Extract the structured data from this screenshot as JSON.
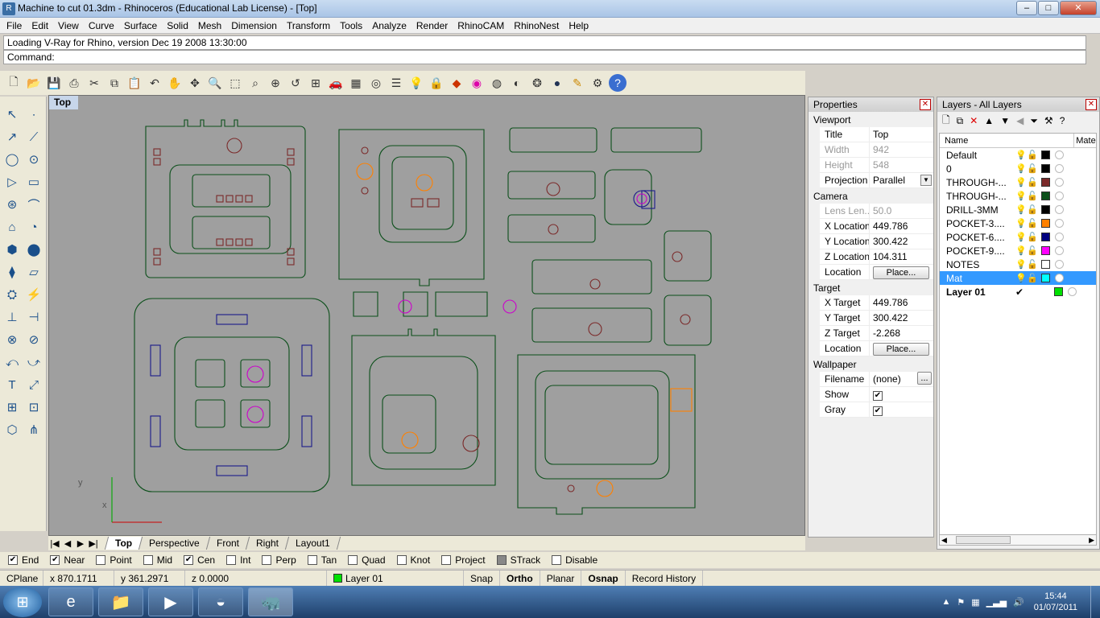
{
  "window": {
    "title": "Machine to cut 01.3dm - Rhinoceros (Educational Lab License) - [Top]",
    "min": "–",
    "max": "□",
    "close": "✕"
  },
  "menu": [
    "File",
    "Edit",
    "View",
    "Curve",
    "Surface",
    "Solid",
    "Mesh",
    "Dimension",
    "Transform",
    "Tools",
    "Analyze",
    "Render",
    "RhinoCAM",
    "RhinoNest",
    "Help"
  ],
  "command": {
    "history": "Loading V-Ray for Rhino, version Dec 19 2008  13:30:00",
    "label": "Command:",
    "value": ""
  },
  "viewport": {
    "active_label": "Top",
    "tabs": [
      "Top",
      "Perspective",
      "Front",
      "Right",
      "Layout1"
    ],
    "axis_x": "x",
    "axis_y": "y"
  },
  "properties": {
    "title": "Properties",
    "viewport_section": "Viewport",
    "rows": [
      {
        "k": "Title",
        "v": "Top",
        "dis": false
      },
      {
        "k": "Width",
        "v": "942",
        "dis": true
      },
      {
        "k": "Height",
        "v": "548",
        "dis": true
      },
      {
        "k": "Projection",
        "v": "Parallel",
        "dis": false
      }
    ],
    "camera_section": "Camera",
    "camera_rows": [
      {
        "k": "Lens Len...",
        "v": "50.0",
        "dis": true
      },
      {
        "k": "X Location",
        "v": "449.786",
        "dis": false
      },
      {
        "k": "Y Location",
        "v": "300.422",
        "dis": false
      },
      {
        "k": "Z Location",
        "v": "104.311",
        "dis": false
      }
    ],
    "location_label": "Location",
    "place_button": "Place...",
    "target_section": "Target",
    "target_rows": [
      {
        "k": "X Target",
        "v": "449.786"
      },
      {
        "k": "Y Target",
        "v": "300.422"
      },
      {
        "k": "Z Target",
        "v": "-2.268"
      }
    ],
    "wallpaper_section": "Wallpaper",
    "filename_label": "Filename",
    "filename_value": "(none)",
    "browse_button": "...",
    "show_label": "Show",
    "gray_label": "Gray"
  },
  "layers": {
    "title": "Layers - All Layers",
    "col_name": "Name",
    "col_material": "Mater",
    "rows": [
      {
        "name": "Default",
        "color": "#000000",
        "bold": false,
        "current": false,
        "selected": false,
        "bulb": "#e0e000"
      },
      {
        "name": "0",
        "color": "#000000",
        "bold": false,
        "current": false,
        "selected": false,
        "bulb": "#e0e000"
      },
      {
        "name": "THROUGH-...",
        "color": "#7b2a2a",
        "bold": false,
        "current": false,
        "selected": false,
        "bulb": "#e0e000"
      },
      {
        "name": "THROUGH-...",
        "color": "#0b4f1a",
        "bold": false,
        "current": false,
        "selected": false,
        "bulb": "#e0e000"
      },
      {
        "name": "DRILL-3MM",
        "color": "#000000",
        "bold": false,
        "current": false,
        "selected": false,
        "bulb": "#e0e000"
      },
      {
        "name": "POCKET-3....",
        "color": "#ff8000",
        "bold": false,
        "current": false,
        "selected": false,
        "bulb": "#e0e000"
      },
      {
        "name": "POCKET-6....",
        "color": "#000080",
        "bold": false,
        "current": false,
        "selected": false,
        "bulb": "#e0e000"
      },
      {
        "name": "POCKET-9....",
        "color": "#ff00ff",
        "bold": false,
        "current": false,
        "selected": false,
        "bulb": "#e0e000"
      },
      {
        "name": "NOTES",
        "color": "#ffffff",
        "bold": false,
        "current": false,
        "selected": false,
        "bulb": "#3a8ad0"
      },
      {
        "name": "Mat",
        "color": "#00ffff",
        "bold": false,
        "current": false,
        "selected": true,
        "bulb": "#ffffff"
      },
      {
        "name": "Layer 01",
        "color": "#00e000",
        "bold": true,
        "current": true,
        "selected": false,
        "bulb": ""
      }
    ],
    "check_mark": "✔"
  },
  "osnaps": [
    {
      "label": "End",
      "checked": true
    },
    {
      "label": "Near",
      "checked": true
    },
    {
      "label": "Point",
      "checked": false
    },
    {
      "label": "Mid",
      "checked": false
    },
    {
      "label": "Cen",
      "checked": true
    },
    {
      "label": "Int",
      "checked": false
    },
    {
      "label": "Perp",
      "checked": false
    },
    {
      "label": "Tan",
      "checked": false
    },
    {
      "label": "Quad",
      "checked": false
    },
    {
      "label": "Knot",
      "checked": false
    }
  ],
  "osnap_buttons": [
    "Project",
    "STrack",
    "Disable"
  ],
  "status": {
    "cplane": "CPlane",
    "x": "x 870.1711",
    "y": "y 361.2971",
    "z": "z 0.0000",
    "layer": "Layer 01",
    "toggles": [
      "Snap",
      "Ortho",
      "Planar",
      "Osnap",
      "Record History"
    ]
  },
  "taskbar": {
    "start_icon": "windows-logo-icon",
    "time": "15:44",
    "date": "01/07/2011"
  },
  "colors": {
    "accent": "#3399ff",
    "viewport_bg": "#9f9f9f",
    "part_green": "#0b4f1a",
    "part_red": "#7b2a2a",
    "part_blue": "#1a1a8a",
    "part_orange": "#ff8000",
    "part_magenta": "#cc00cc"
  }
}
